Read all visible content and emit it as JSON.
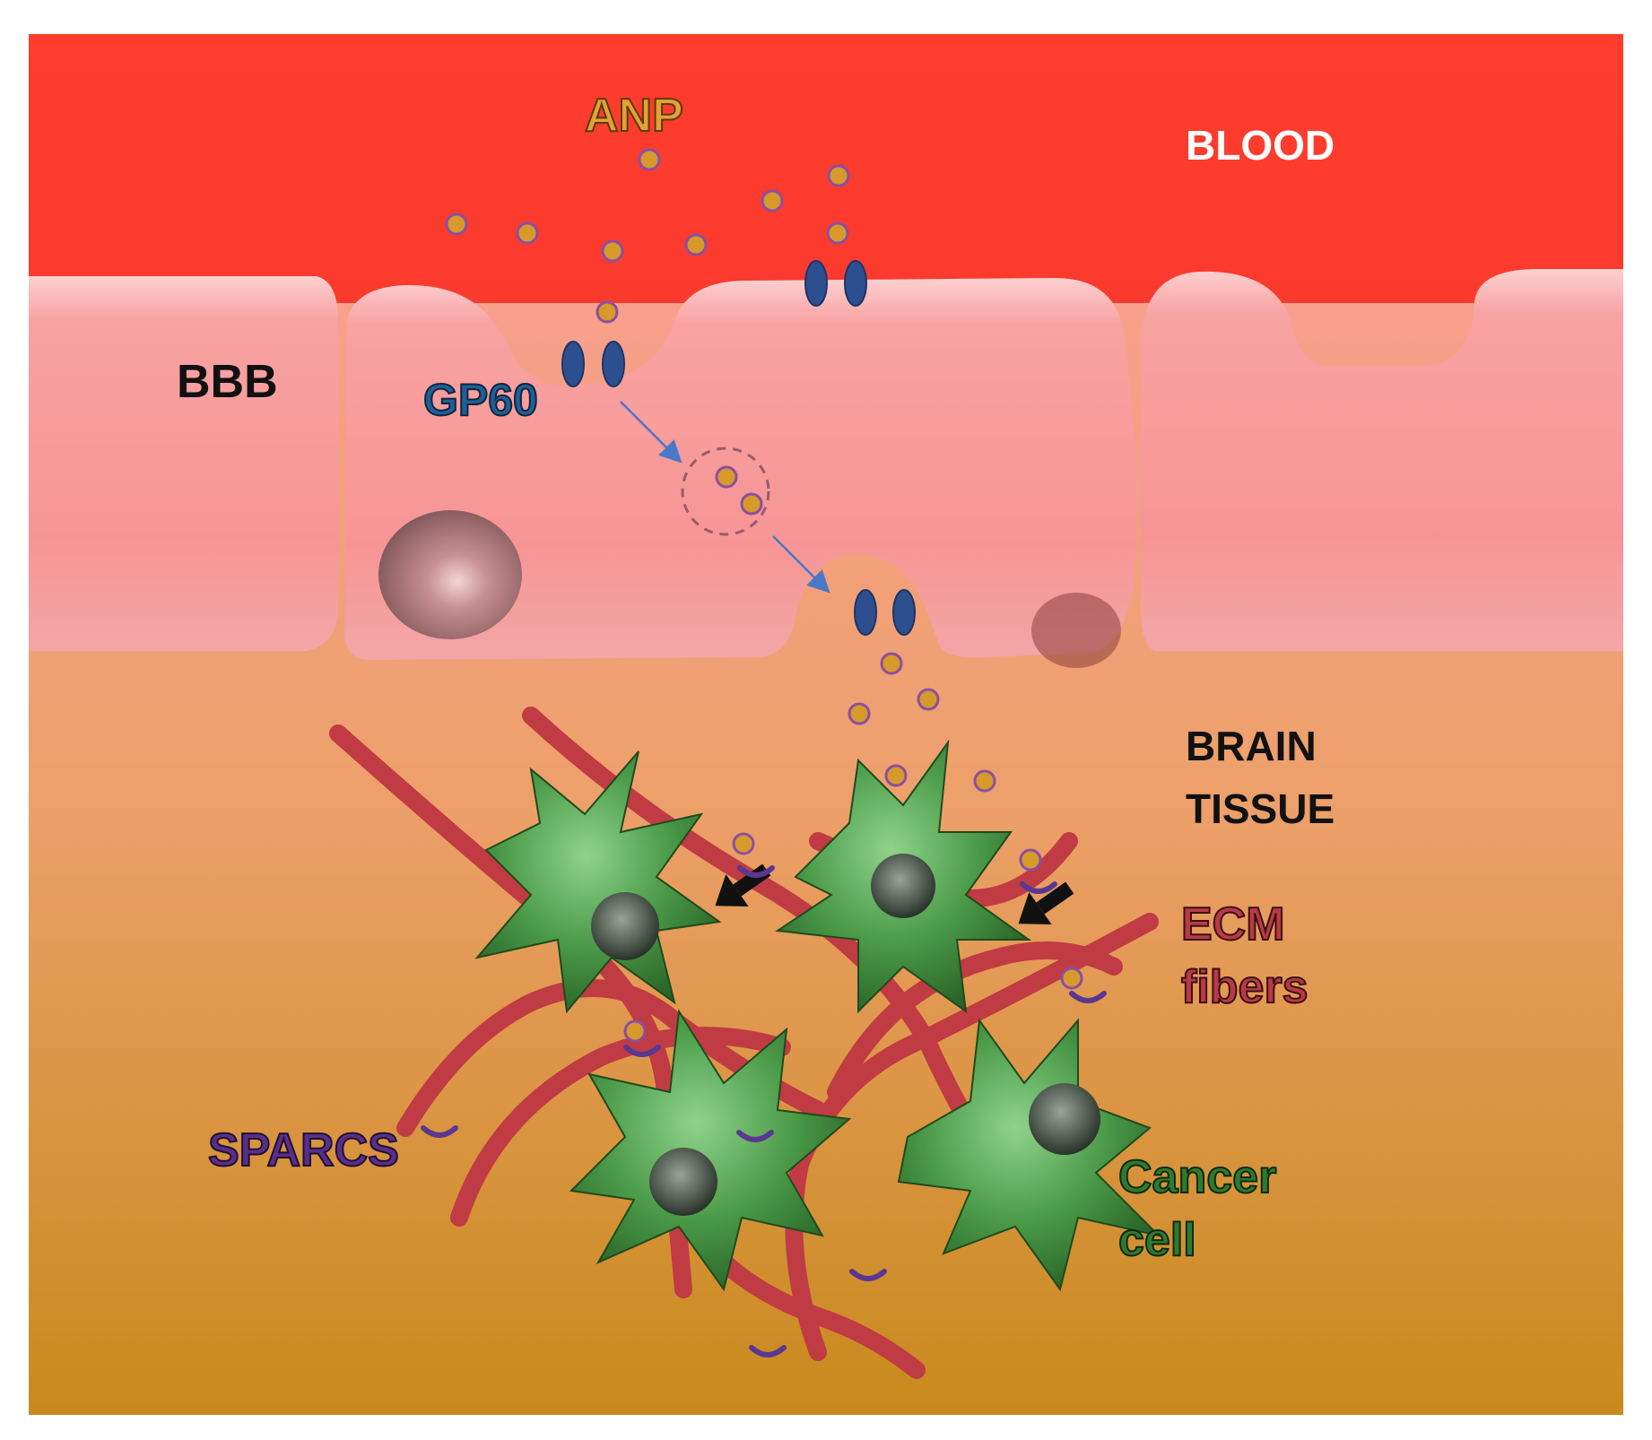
{
  "figure": {
    "labels": {
      "anp": "ANP",
      "blood": "BLOOD",
      "bbb": "BBB",
      "gp60": "GP60",
      "brain_tissue_1": "BRAIN",
      "brain_tissue_2": "TISSUE",
      "ecm_1": "ECM",
      "ecm_2": "fibers",
      "sparcs": "SPARCS",
      "cancer_1": "Cancer",
      "cancer_2": "cell"
    },
    "colors": {
      "blood_top": "#ff3b2b",
      "blood_bottom": "#fa3b2e",
      "tissue_top": "#f8a08c",
      "tissue_bottom": "#c88a1c",
      "endothelium": "#f79898",
      "endothelium_light": "#fccbcb",
      "gp60": "#2e4f8f",
      "anp_core": "#d79a2a",
      "anp_ring": "#8a4fa2",
      "fiber": "#c03b43",
      "sparc": "#5a3790",
      "cancer_cell": "#3f8f3f",
      "label_anp": "#e3a232",
      "label_gp60": "#1f5f95",
      "label_ecm": "#b83a45",
      "label_sparcs": "#5a2e8a",
      "label_cancer": "#2f7a2f"
    }
  }
}
